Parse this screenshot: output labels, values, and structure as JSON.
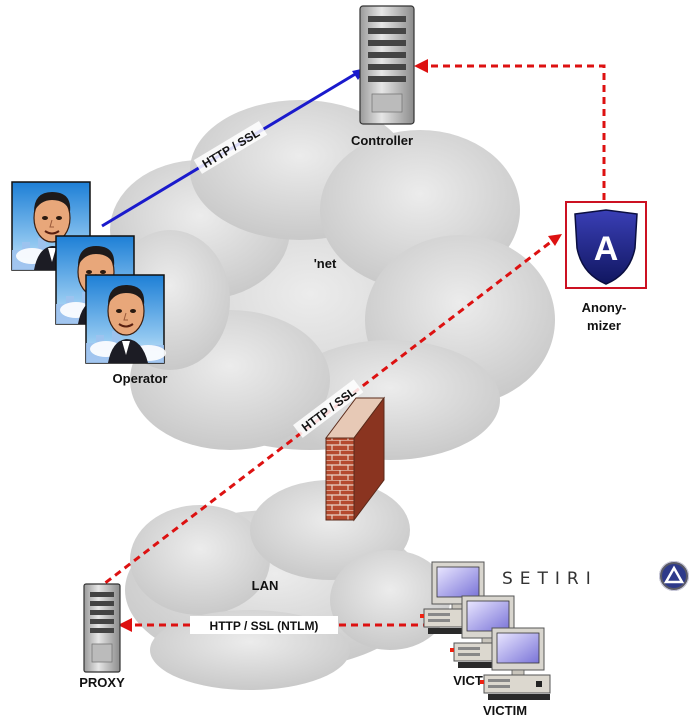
{
  "labels": {
    "controller": "Controller",
    "net": "'net",
    "anonymizer_line1": "Anony-",
    "anonymizer_line2": "mizer",
    "operator": "Operator",
    "lan": "LAN",
    "proxy": "PROXY",
    "victim_back": "VICT",
    "victim_front": "VICTIM",
    "brand": "SETIRI"
  },
  "connections": {
    "operator_to_controller": "HTTP / SSL",
    "proxy_to_anonymizer": "HTTP / SSL",
    "victim_to_proxy": "HTTP / SSL (NTLM)"
  },
  "colors": {
    "blue_link": "#1a1acc",
    "red_link": "#dd1111",
    "anonymizer_box": "#cc1122",
    "cloud": "#d8d8d8",
    "brick": "#b54a2e"
  },
  "icons": {
    "anonymizer_letter": "A"
  }
}
